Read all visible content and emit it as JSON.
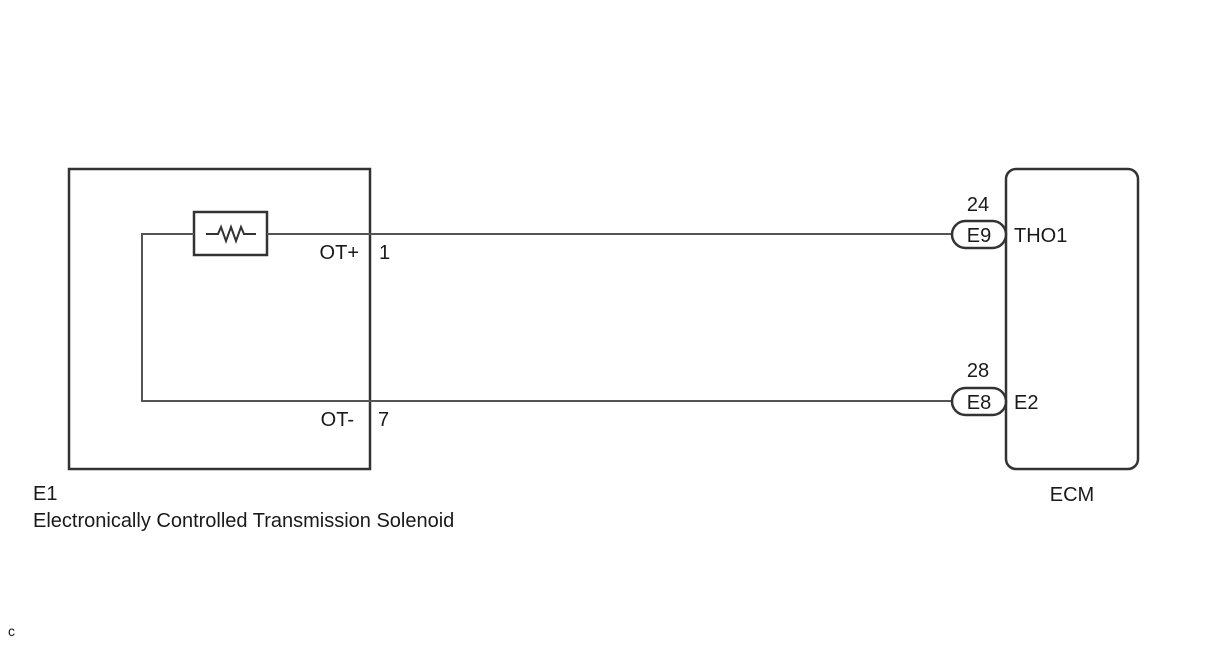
{
  "left_component": {
    "code": "E1",
    "name": "Electronically Controlled Transmission Solenoid",
    "pins": [
      {
        "label": "OT+",
        "number": "1"
      },
      {
        "label": "OT-",
        "number": "7"
      }
    ]
  },
  "right_component": {
    "name": "ECM",
    "terminals": [
      {
        "pin": "24",
        "connector": "E9",
        "signal": "THO1"
      },
      {
        "pin": "28",
        "connector": "E8",
        "signal": "E2"
      }
    ]
  },
  "corner_mark": "c",
  "colors": {
    "line": "#333333",
    "background": "#ffffff"
  }
}
